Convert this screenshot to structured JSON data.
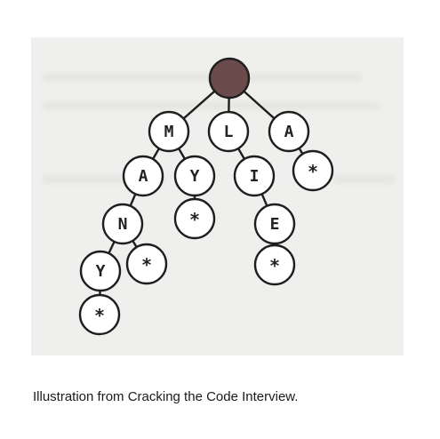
{
  "diagram": {
    "root_fill": "#6b4a4c",
    "node_stroke": "#1e1e1e",
    "node_fill": "#ffffff",
    "edge_color": "#1e1e1e",
    "nodes": [
      {
        "id": "root",
        "label": ""
      },
      {
        "id": "m",
        "label": "M"
      },
      {
        "id": "l",
        "label": "L"
      },
      {
        "id": "a1",
        "label": "A"
      },
      {
        "id": "a2",
        "label": "A"
      },
      {
        "id": "y1",
        "label": "Y"
      },
      {
        "id": "i",
        "label": "I"
      },
      {
        "id": "star-a1",
        "label": "*"
      },
      {
        "id": "n",
        "label": "N"
      },
      {
        "id": "star-y1",
        "label": "*"
      },
      {
        "id": "e",
        "label": "E"
      },
      {
        "id": "y2",
        "label": "Y"
      },
      {
        "id": "star-n",
        "label": "*"
      },
      {
        "id": "star-e",
        "label": "*"
      },
      {
        "id": "star-y2",
        "label": "*"
      }
    ],
    "edges": [
      [
        "root",
        "m"
      ],
      [
        "root",
        "l"
      ],
      [
        "root",
        "a1"
      ],
      [
        "m",
        "a2"
      ],
      [
        "m",
        "y1"
      ],
      [
        "l",
        "i"
      ],
      [
        "a1",
        "star-a1"
      ],
      [
        "a2",
        "n"
      ],
      [
        "y1",
        "star-y1"
      ],
      [
        "i",
        "e"
      ],
      [
        "n",
        "y2"
      ],
      [
        "n",
        "star-n"
      ],
      [
        "e",
        "star-e"
      ],
      [
        "y2",
        "star-y2"
      ]
    ]
  },
  "caption": "Illustration from Cracking the Code Interview."
}
